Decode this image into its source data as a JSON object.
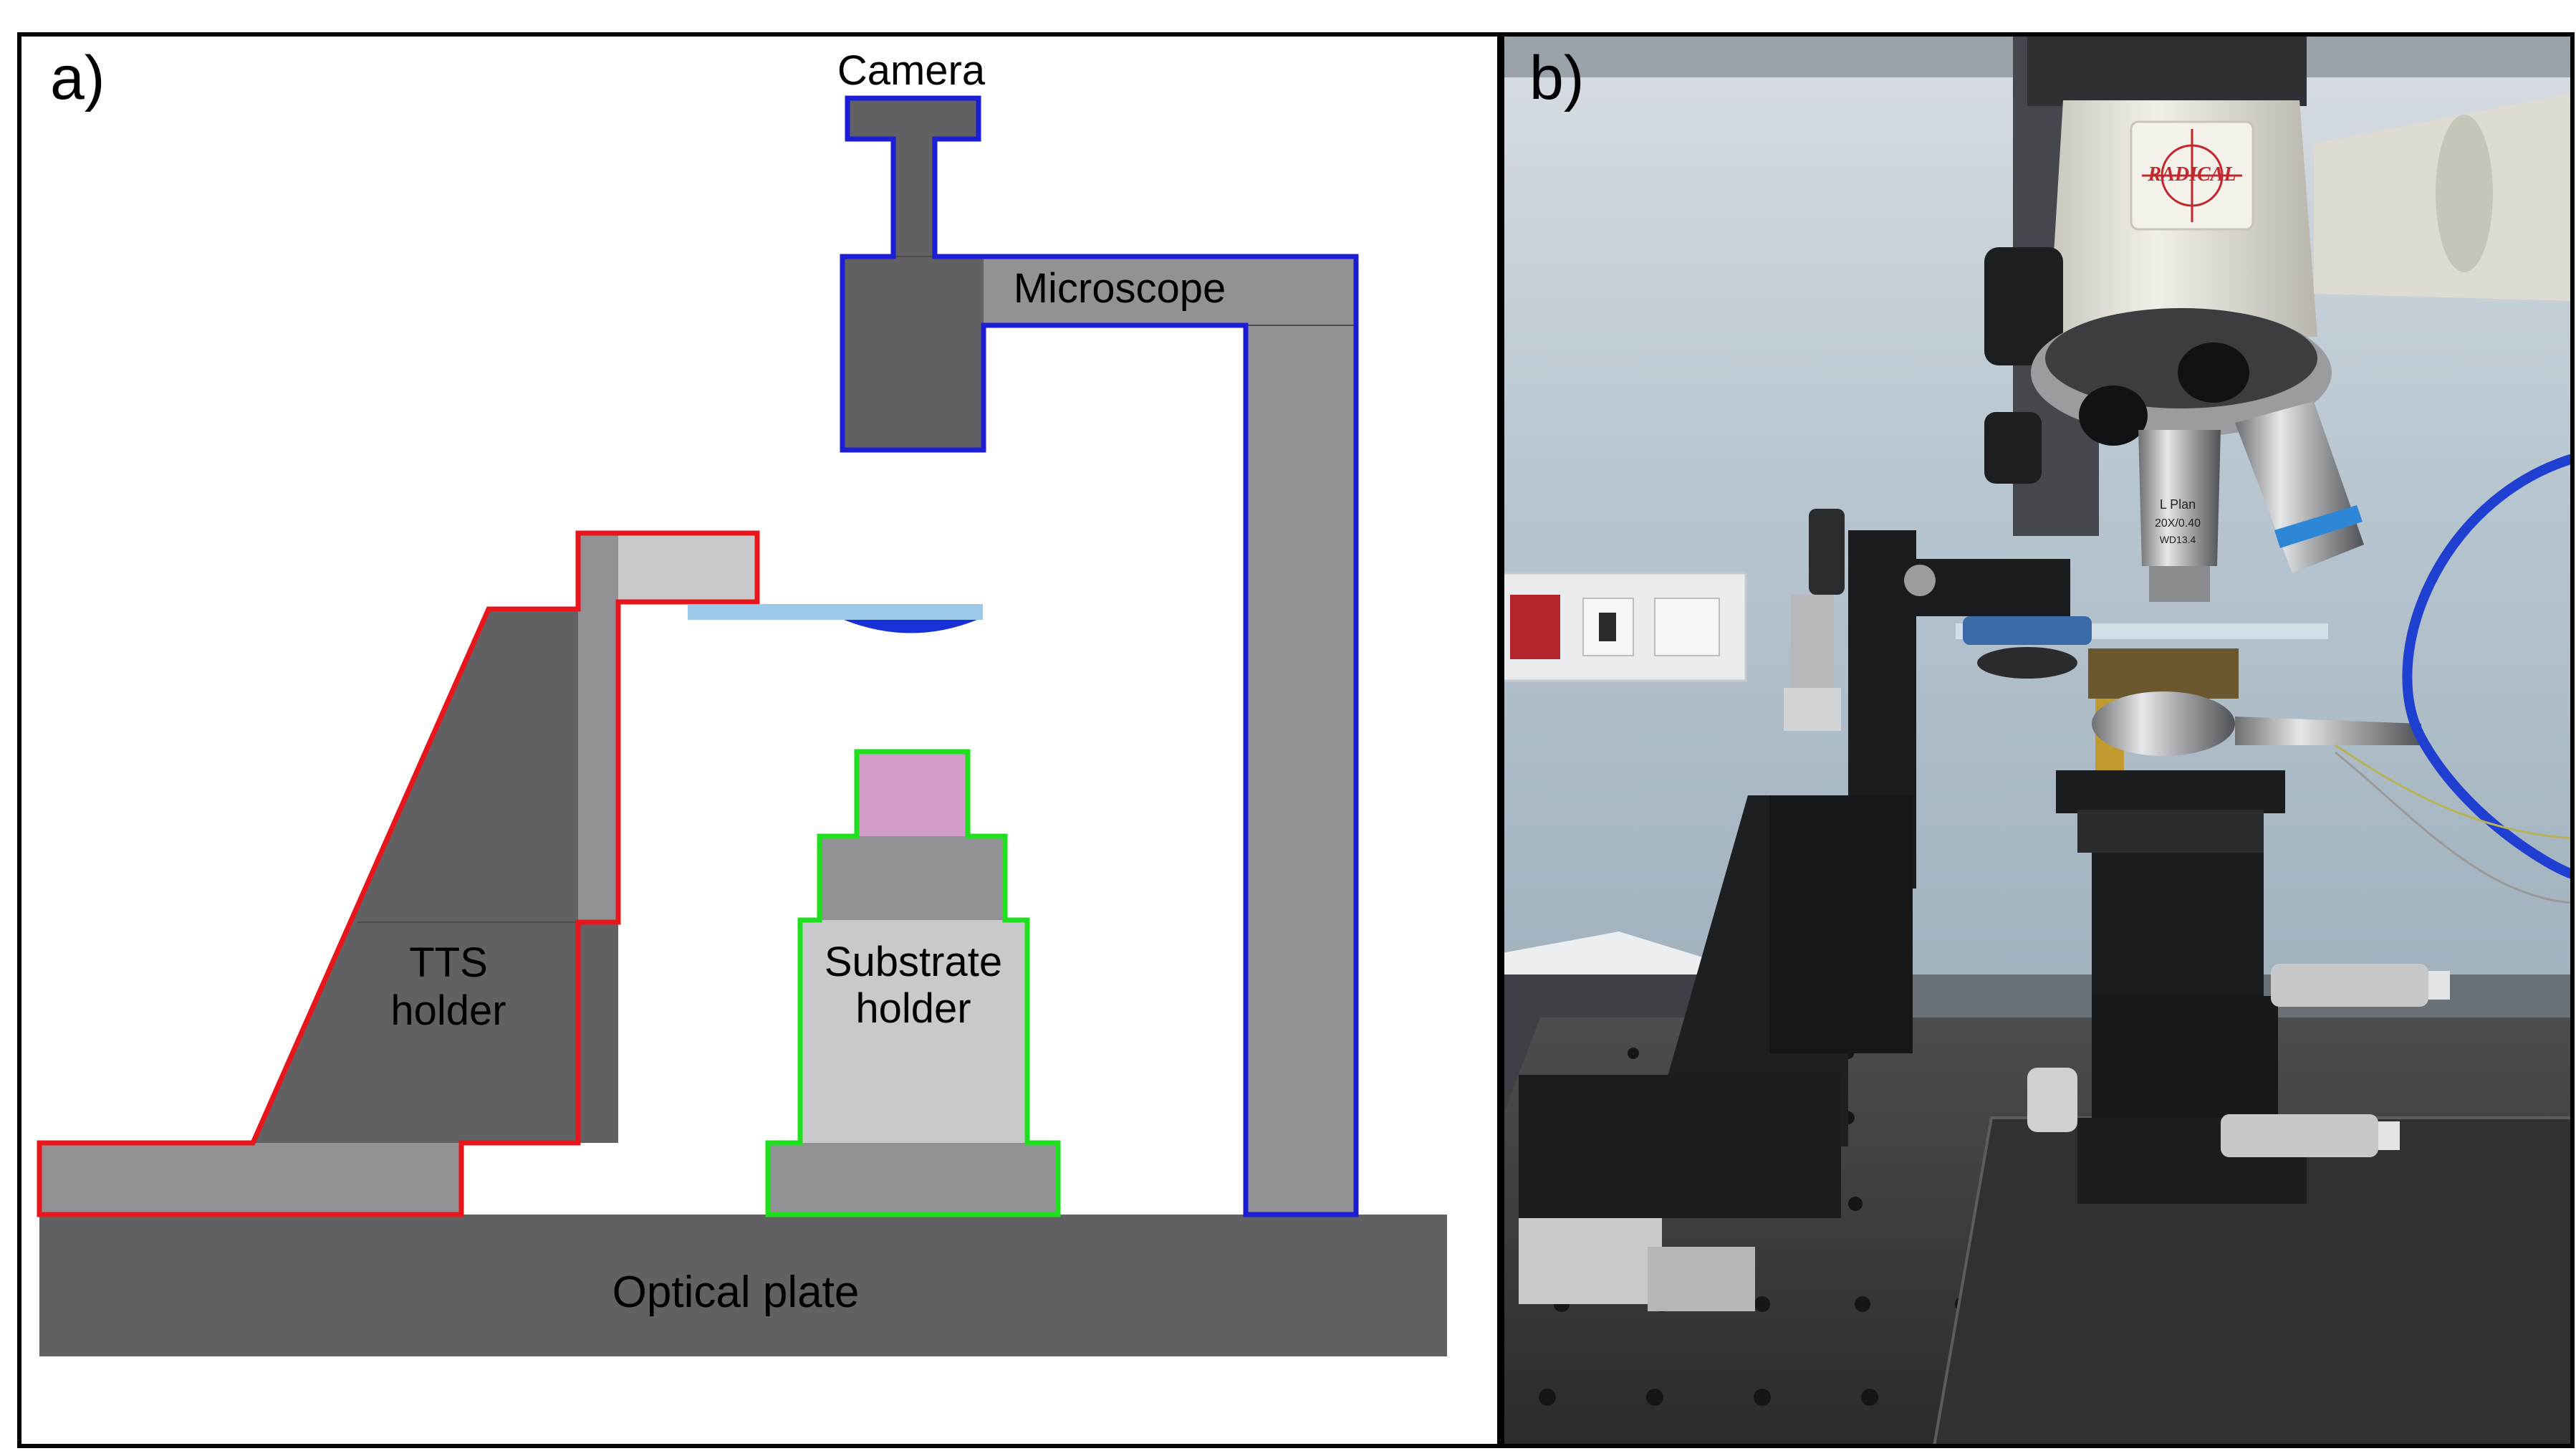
{
  "panel_a": {
    "label": "a)",
    "camera_label": "Camera",
    "microscope_label": "Microscope",
    "tts_label_line1": "TTS",
    "tts_label_line2": "holder",
    "substrate_label_line1": "Substrate",
    "substrate_label_line2": "holder",
    "plate_label": "Optical plate"
  },
  "panel_b": {
    "label": "b)",
    "brand_text": "RADICAL",
    "objective_text_1": "L Plan",
    "objective_text_2": "20X/0.40",
    "objective_text_3": "WD13.4"
  },
  "colors": {
    "dark_gray": "#616164",
    "mid_gray": "#929296",
    "light_gray": "#c9c9cc",
    "red_outline": "#e8161b",
    "blue_outline": "#1d1dd6",
    "green_outline": "#1fe01f",
    "pink_sample": "#d29bca",
    "light_blue_glass": "#9cc9ea",
    "lens_blue": "#1830d8"
  }
}
